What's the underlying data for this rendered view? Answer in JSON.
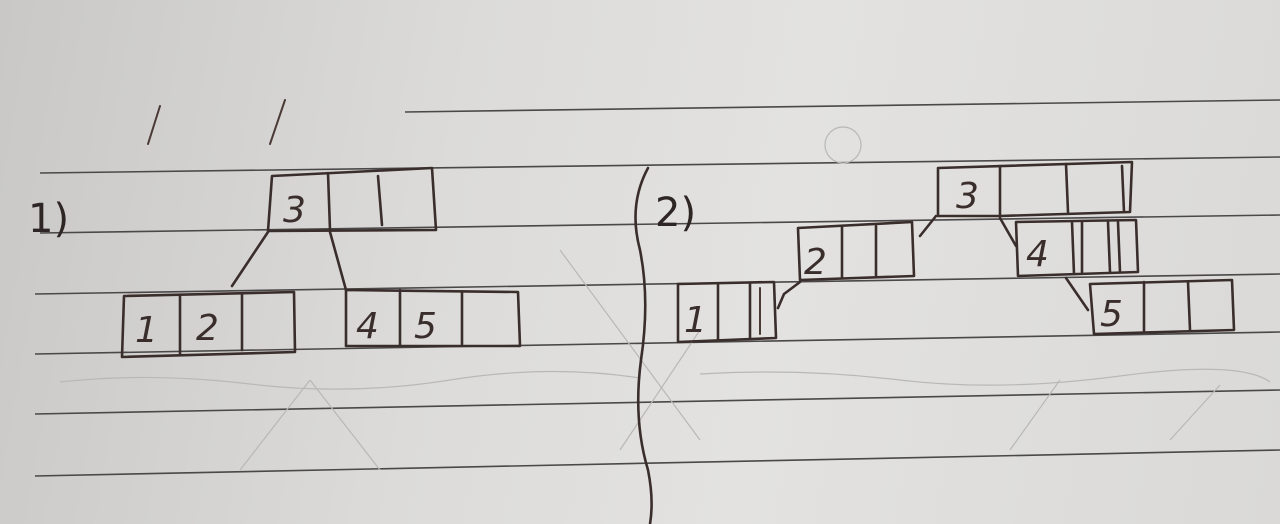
{
  "figure1": {
    "label": "1)",
    "root": {
      "keys": [
        "3"
      ]
    },
    "left_child": {
      "keys": [
        "1",
        "2"
      ]
    },
    "right_child": {
      "keys": [
        "4",
        "5"
      ]
    }
  },
  "figure2": {
    "label": "2)",
    "node_1": {
      "keys": [
        "1"
      ]
    },
    "node_2": {
      "keys": [
        "2"
      ]
    },
    "node_3": {
      "keys": [
        "3"
      ]
    },
    "node_4": {
      "keys": [
        "4"
      ]
    },
    "node_5": {
      "keys": [
        "5"
      ]
    }
  },
  "colors": {
    "paper": "#dcdbd9",
    "ink": "#3a2e2c",
    "rule": "#4a4848"
  }
}
